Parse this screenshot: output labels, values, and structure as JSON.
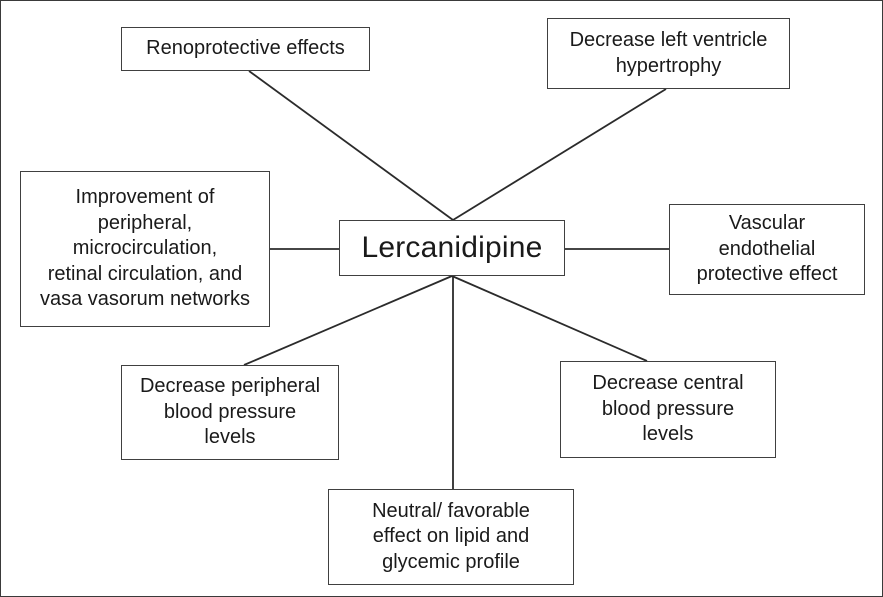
{
  "diagram": {
    "type": "mind-map",
    "title_node": {
      "id": "lercanidipine",
      "label": "Lercanidipine"
    },
    "nodes": [
      {
        "id": "renoprotective-effects",
        "label": "Renoprotective effects",
        "position": "top-left"
      },
      {
        "id": "decrease-left-ventricle-hypertrophy",
        "label": "Decrease left ventricle\nhypertrophy",
        "position": "top-right"
      },
      {
        "id": "improvement-of-peripheral-microcirculation",
        "label": "Improvement of\nperipheral,\nmicrocirculation,\nretinal circulation, and\nvasa vasorum networks",
        "position": "left"
      },
      {
        "id": "vascular-endothelial-protective-effect",
        "label": "Vascular\nendothelial\nprotective effect",
        "position": "right"
      },
      {
        "id": "decrease-peripheral-blood-pressure-levels",
        "label": "Decrease peripheral\nblood pressure\nlevels",
        "position": "bottom-left"
      },
      {
        "id": "decrease-central-blood-pressure-levels",
        "label": "Decrease central\nblood pressure\nlevels",
        "position": "bottom-right"
      },
      {
        "id": "neutral-favorable-effect-lipid-glycemic",
        "label": "Neutral/ favorable\neffect on lipid and\nglycemic profile",
        "position": "bottom-center"
      }
    ],
    "edges": [
      {
        "from": "lercanidipine",
        "to": "renoprotective-effects"
      },
      {
        "from": "lercanidipine",
        "to": "decrease-left-ventricle-hypertrophy"
      },
      {
        "from": "lercanidipine",
        "to": "improvement-of-peripheral-microcirculation"
      },
      {
        "from": "lercanidipine",
        "to": "vascular-endothelial-protective-effect"
      },
      {
        "from": "lercanidipine",
        "to": "decrease-peripheral-blood-pressure-levels"
      },
      {
        "from": "lercanidipine",
        "to": "decrease-central-blood-pressure-levels"
      },
      {
        "from": "lercanidipine",
        "to": "neutral-favorable-effect-lipid-glycemic"
      }
    ],
    "colors": {
      "background": "#ffffff",
      "box_border": "#404040",
      "connector": "#2b2b2b",
      "text": "#1a1a1a",
      "frame_border": "#3a3a3a"
    }
  }
}
